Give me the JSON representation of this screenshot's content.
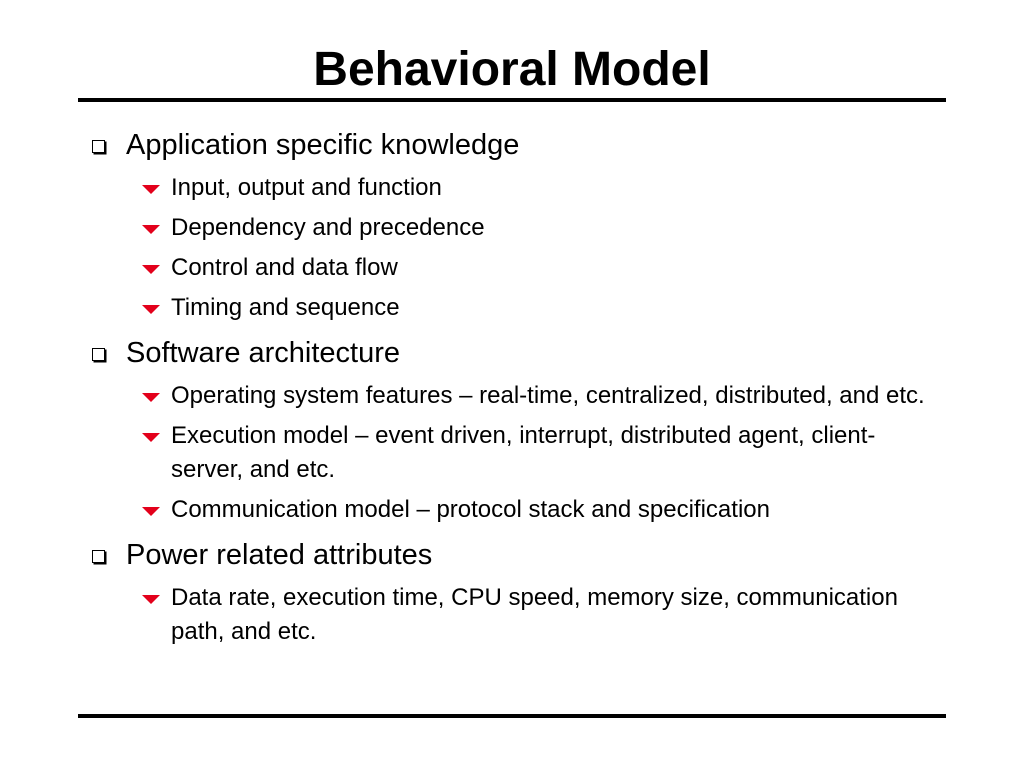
{
  "slide": {
    "title": "Behavioral Model",
    "sections": [
      {
        "heading": "Application specific knowledge",
        "items": [
          "Input, output and function",
          "Dependency and precedence",
          "Control and data flow",
          "Timing and sequence"
        ]
      },
      {
        "heading": "Software architecture",
        "items": [
          "Operating system features – real-time, centralized, distributed, and etc.",
          "Execution model – event driven, interrupt, distributed agent, client-server, and etc.",
          "Communication model – protocol stack and specification"
        ]
      },
      {
        "heading": "Power related attributes",
        "items": [
          "Data rate, execution time, CPU speed, memory size, communication path, and etc."
        ]
      }
    ],
    "bullet_color": "#e3001b"
  }
}
